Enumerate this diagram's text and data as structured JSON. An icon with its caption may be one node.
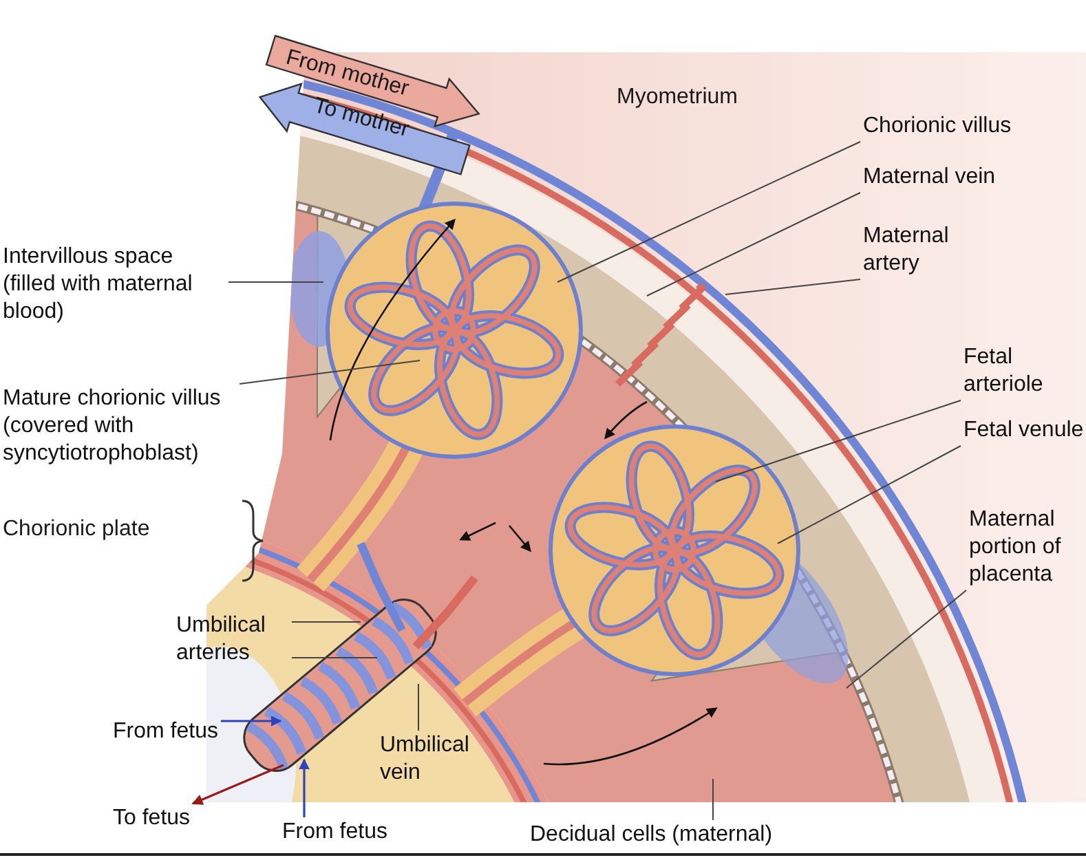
{
  "diagram": {
    "nodes": [
      {
        "text": [
          "Chorionic villus"
        ]
      },
      {
        "text": [
          "Maternal vein"
        ]
      },
      {
        "text": [
          "Maternal artery"
        ]
      },
      {
        "text": [
          "Intervillous space (filled with maternal blood)"
        ]
      },
      {
        "text": [
          "Mature chorionic villus (covered with syncytiotrophoblast)"
        ]
      },
      {
        "text": [
          "Fetal arteriole"
        ]
      },
      {
        "text": [
          "Fetal venule"
        ]
      },
      {
        "text": [
          "Maternal portion of placenta"
        ]
      },
      {
        "text": [
          "Umbilical arteries"
        ]
      },
      {
        "text": [
          "Umbilical vein"
        ]
      },
      {
        "text": [
          "From fetus"
        ]
      },
      {
        "text": [
          "To fetus"
        ]
      },
      {
        "text": [
          "From fetus"
        ]
      },
      {
        "text": [
          "Decidual cells (maternal)"
        ]
      }
    ],
    "edges": [
      {
        "from": 0,
        "to": null,
        "arrow": "none"
      },
      {
        "from": 1,
        "to": null,
        "arrow": "none"
      },
      {
        "from": 2,
        "to": null,
        "arrow": "none"
      },
      {
        "from": 3,
        "to": null,
        "arrow": "none"
      },
      {
        "from": 4,
        "to": null,
        "arrow": "none"
      },
      {
        "from": 5,
        "to": null,
        "arrow": "none"
      },
      {
        "from": 6,
        "to": null,
        "arrow": "none"
      },
      {
        "from": 7,
        "to": null,
        "arrow": "none"
      },
      {
        "from": 8,
        "to": null,
        "arrow": "none"
      },
      {
        "from": 8,
        "to": null,
        "arrow": "none"
      },
      {
        "from": 9,
        "to": null,
        "arrow": "none"
      },
      {
        "from": 13,
        "to": null,
        "arrow": "none"
      },
      {
        "from": 10,
        "to": null,
        "arrow": "to",
        "color": "#2f45c0"
      },
      {
        "from": null,
        "to": 11,
        "arrow": "to",
        "color": "#9a1a1a"
      },
      {
        "from": 12,
        "to": null,
        "arrow": "to",
        "color": "#2f45c0"
      }
    ],
    "labels": [
      "From mother",
      "To mother",
      "Myometrium",
      "Chorionic plate"
    ]
  }
}
